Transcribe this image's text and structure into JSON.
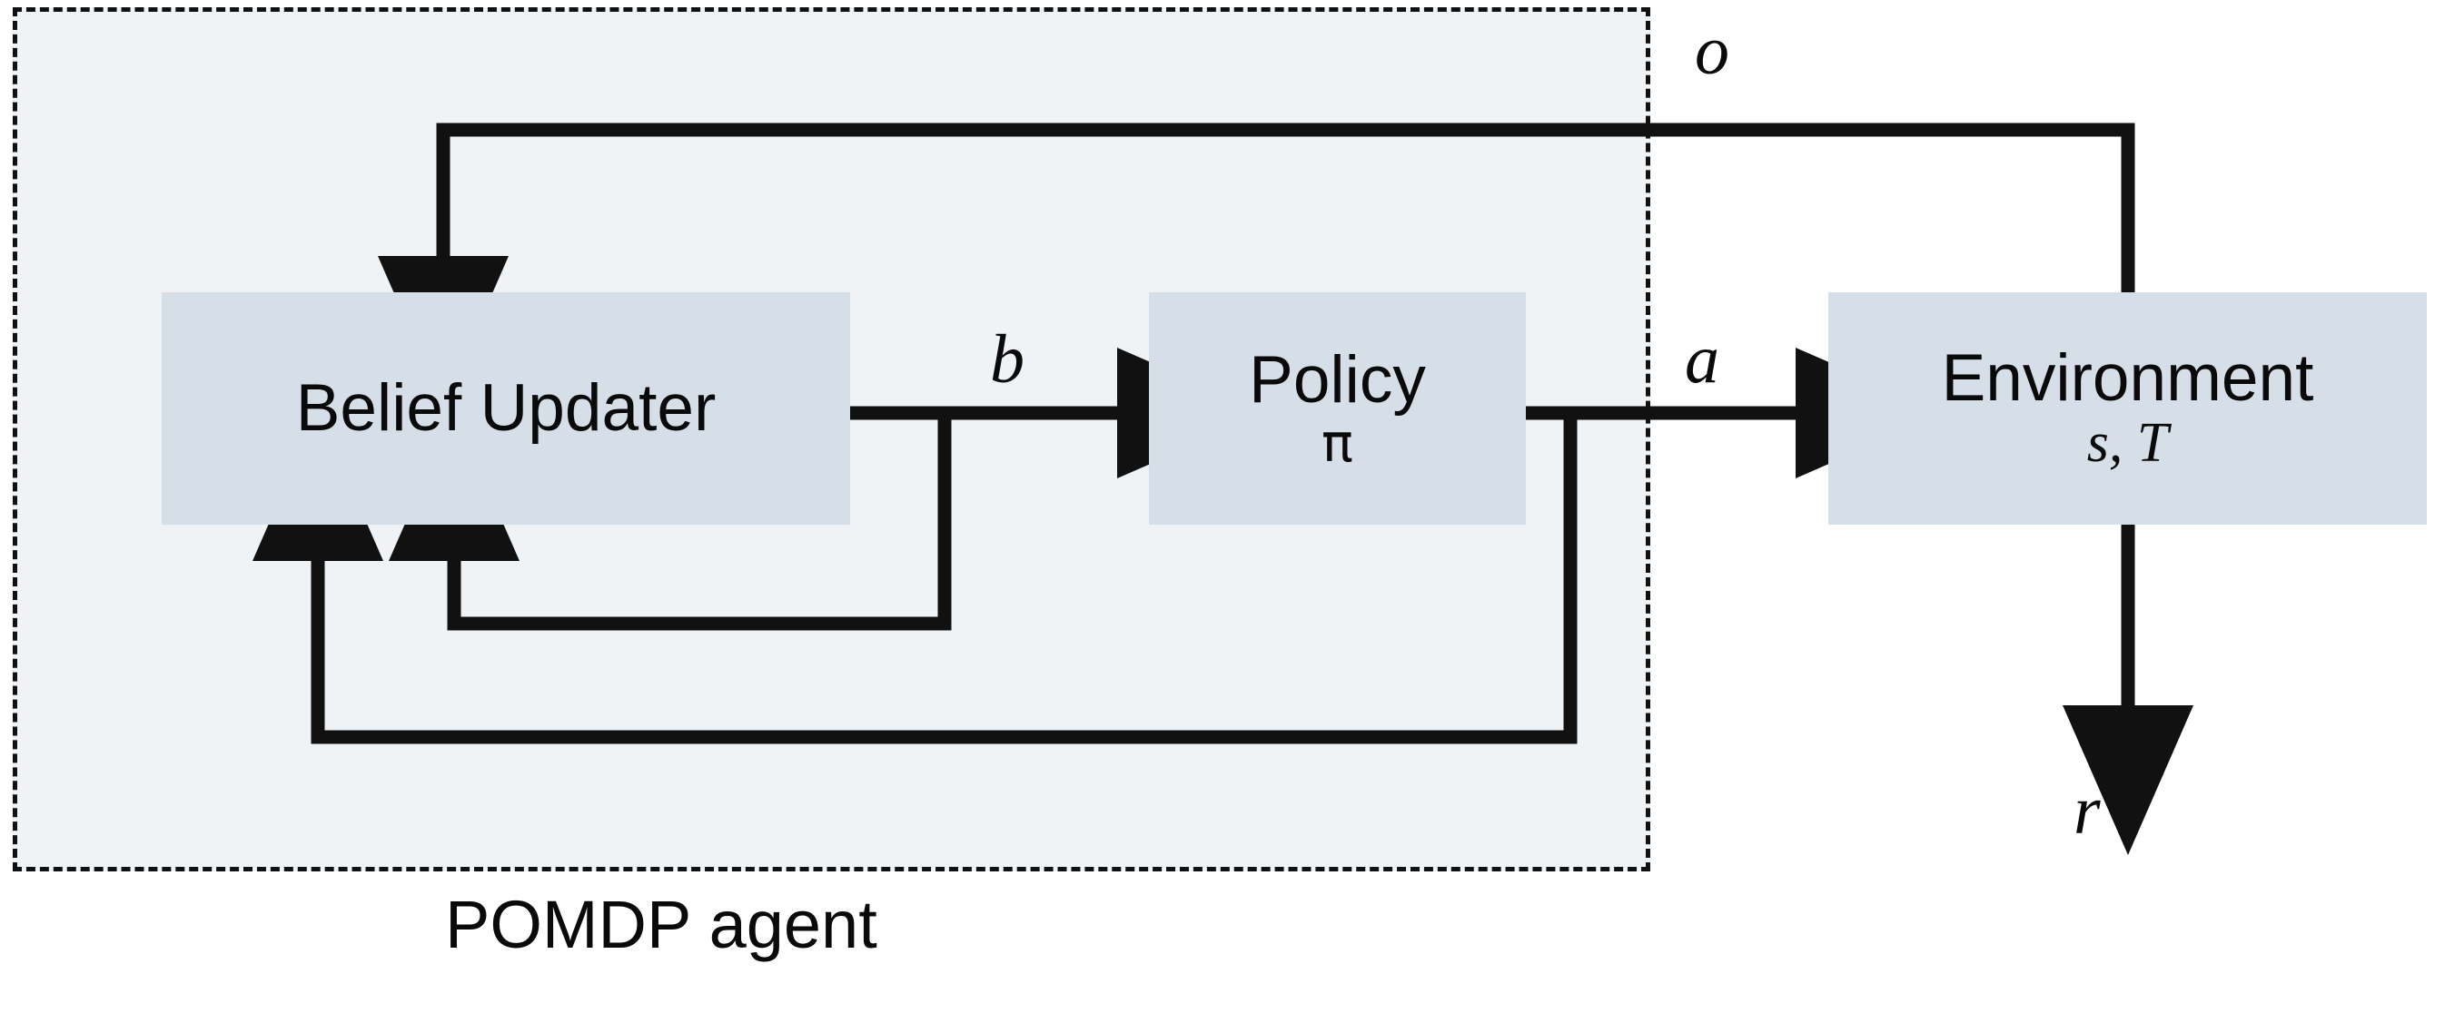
{
  "diagram": {
    "title": "POMDP agent",
    "agent_label": "POMDP agent",
    "colors": {
      "agent_background": "#eff3f6",
      "node_background": "#d6dfe7",
      "stroke": "#111111",
      "page_background": "#ffffff"
    },
    "nodes": [
      {
        "id": "belief-updater",
        "title": "Belief  Updater",
        "sub": ""
      },
      {
        "id": "policy",
        "title": "Policy",
        "sub": "π"
      },
      {
        "id": "environment",
        "title": "Environment",
        "sub": "s, T"
      }
    ],
    "edges": [
      {
        "id": "observation",
        "label": "o",
        "from": "environment",
        "to": "belief-updater",
        "description": "observation fed back from environment into belief updater"
      },
      {
        "id": "belief",
        "label": "b",
        "from": "belief-updater",
        "to": "policy",
        "description": "belief state passed to policy"
      },
      {
        "id": "action",
        "label": "a",
        "from": "policy",
        "to": "environment",
        "description": "action emitted by policy into environment"
      },
      {
        "id": "reward",
        "label": "r",
        "from": "environment",
        "to": "",
        "description": "reward emitted downward from environment"
      },
      {
        "id": "belief-recurrence",
        "label": "",
        "from": "belief-updater",
        "to": "belief-updater",
        "description": "previous belief looped back into belief updater"
      },
      {
        "id": "action-recurrence",
        "label": "",
        "from": "policy",
        "to": "belief-updater",
        "description": "previous action looped back into belief updater"
      }
    ]
  }
}
